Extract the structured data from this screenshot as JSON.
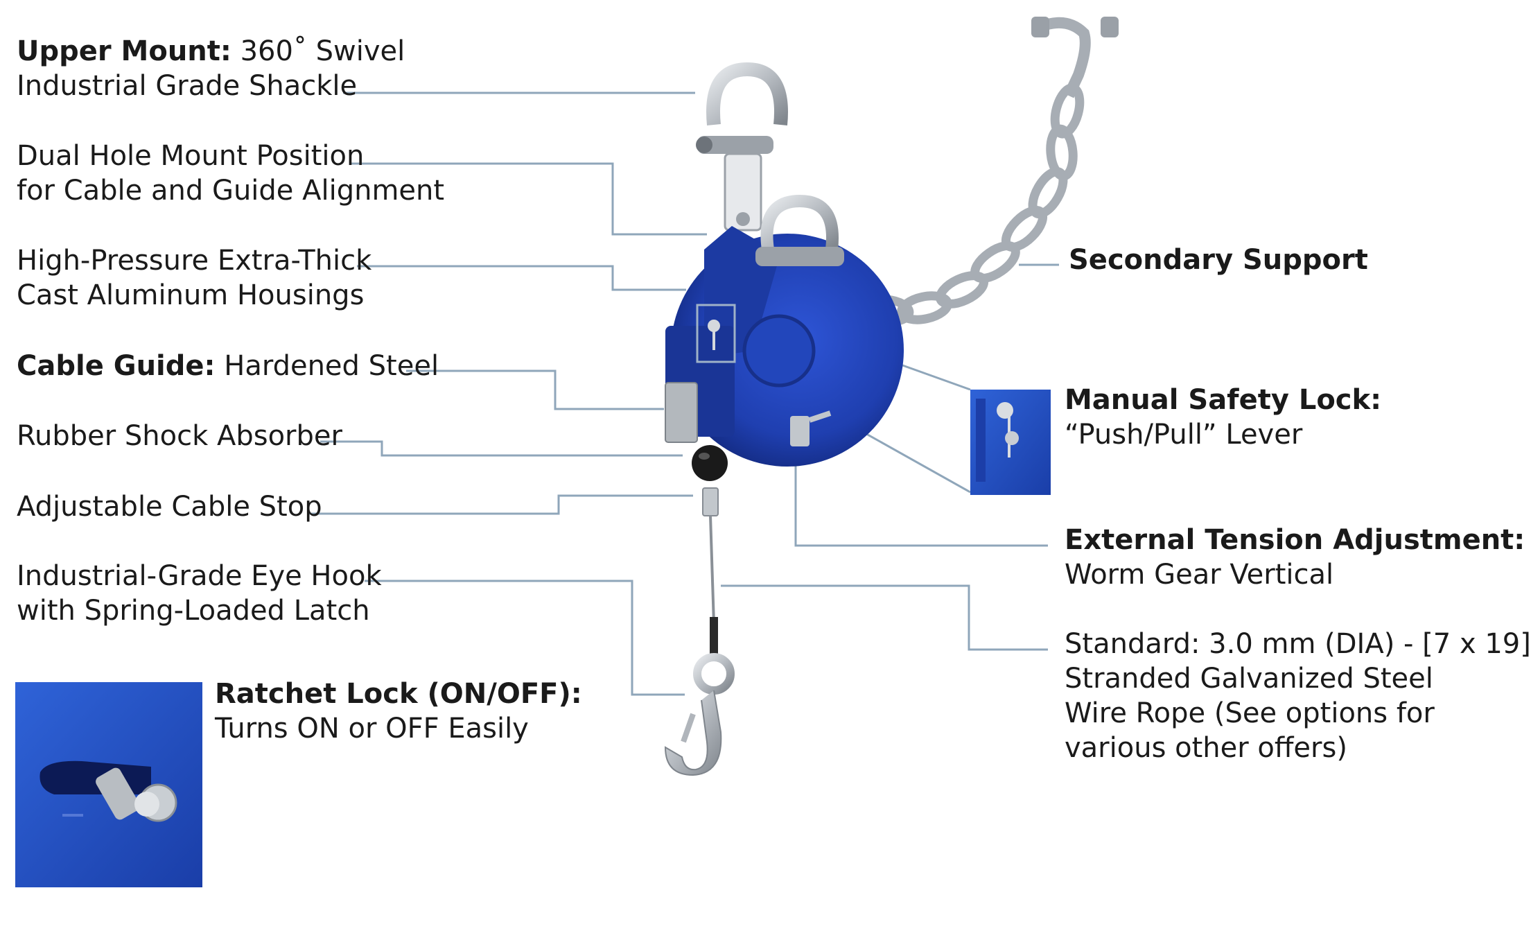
{
  "labels": {
    "upper_mount": {
      "bold": "Upper Mount:",
      "text": " 360˚ Swivel",
      "line2": "Industrial Grade Shackle"
    },
    "dual_hole": {
      "line1": "Dual Hole Mount Position",
      "line2": "for Cable and Guide Alignment"
    },
    "housing": {
      "line1": "High-Pressure Extra-Thick",
      "line2": "Cast Aluminum Housings"
    },
    "cable_guide": {
      "bold": "Cable Guide:",
      "text": " Hardened Steel"
    },
    "shock_absorber": {
      "line1": "Rubber Shock Absorber"
    },
    "cable_stop": {
      "line1": "Adjustable Cable Stop"
    },
    "eye_hook": {
      "line1": "Industrial-Grade Eye Hook",
      "line2": "with Spring-Loaded Latch"
    },
    "ratchet_lock": {
      "bold": "Ratchet Lock (ON/OFF):",
      "line2": "Turns ON or OFF Easily"
    },
    "secondary_support": {
      "bold": "Secondary Support"
    },
    "manual_lock": {
      "bold": "Manual Safety Lock:",
      "line2": "“Push/Pull” Lever"
    },
    "tension": {
      "bold": "External Tension Adjustment:",
      "line2": "Worm Gear Vertical"
    },
    "wire_rope": {
      "line1": "Standard: 3.0 mm (DIA) - [7 x 19]",
      "line2": "Stranded Galvanized Steel",
      "line3": "Wire Rope (See options for",
      "line4": "various other offers)"
    }
  },
  "colors": {
    "leader": "#8fa6ba",
    "body_blue": "#1f3fb0",
    "body_dark": "#12287a",
    "steel": "#b9bec4",
    "steel_dark": "#7c828a"
  },
  "icons": {
    "balancer": "spring-balancer-illustration",
    "chain": "safety-chain-illustration",
    "inset_lock": "manual-lock-closeup",
    "inset_ratchet": "ratchet-lock-closeup"
  }
}
